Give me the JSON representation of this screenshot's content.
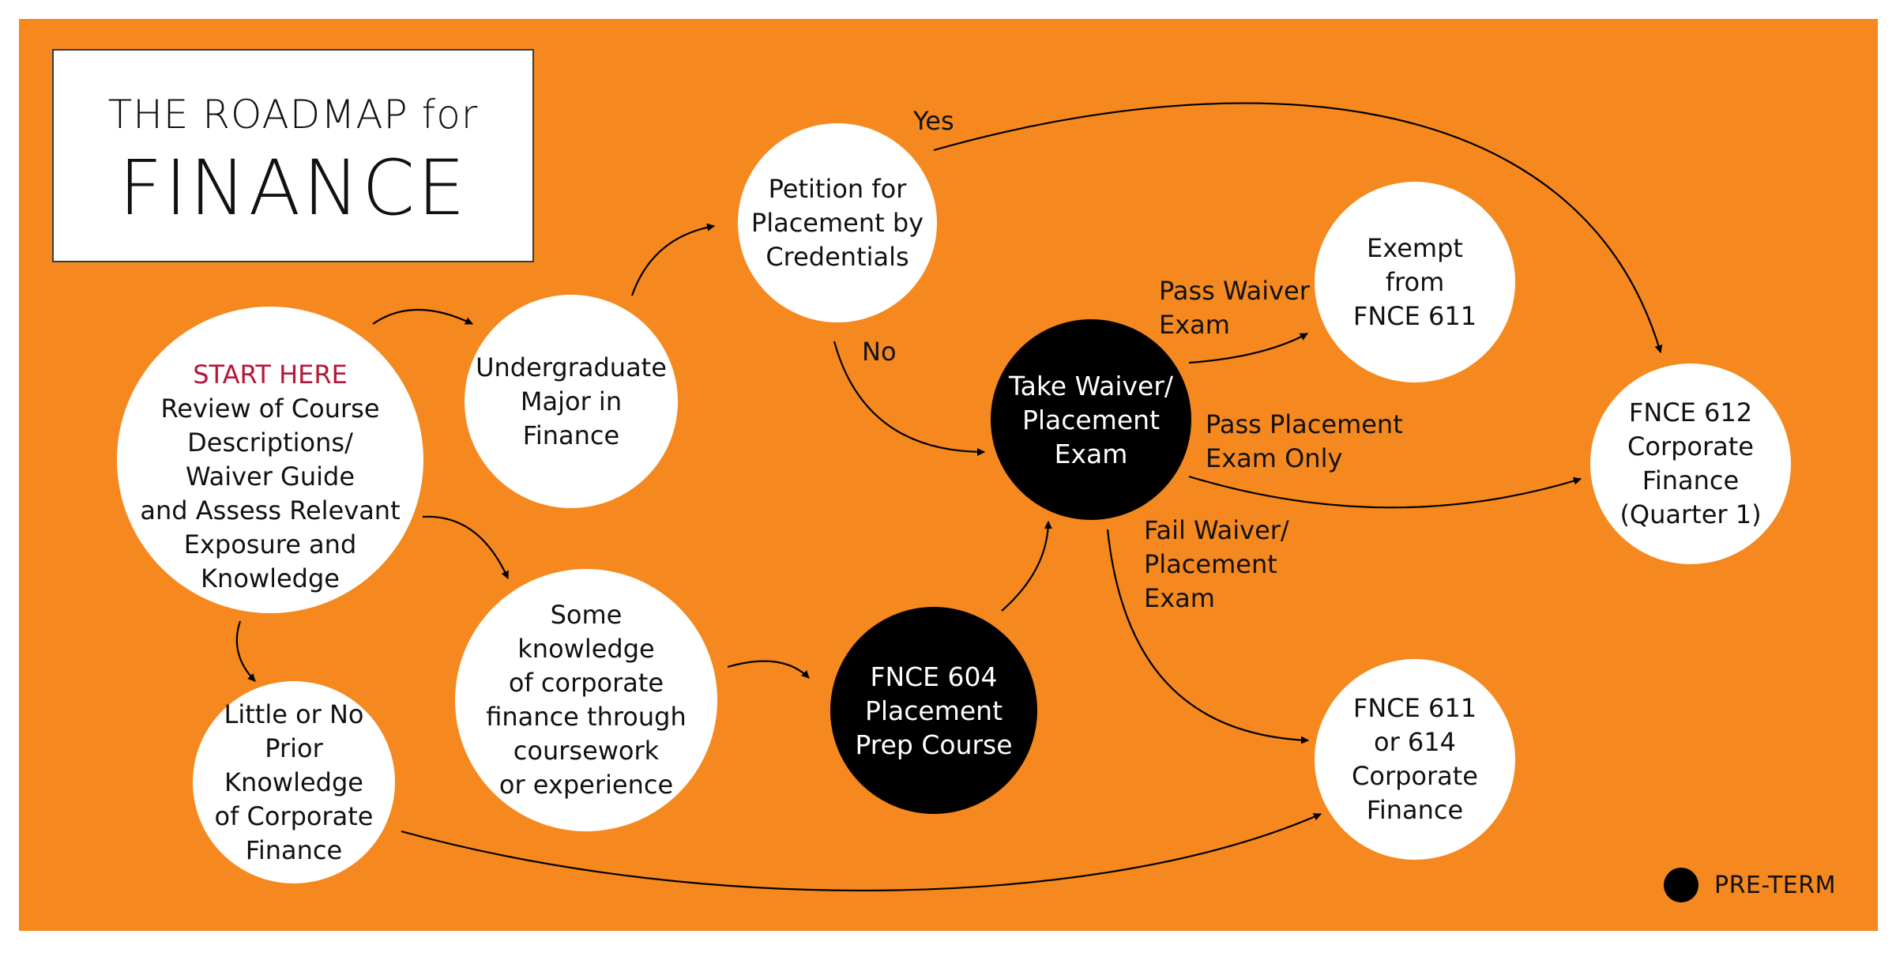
{
  "title": {
    "line1": "THE ROADMAP for",
    "line2": "FINANCE"
  },
  "colors": {
    "background": "#F5881F",
    "accent": "#B5173A",
    "pre_term": "#000000",
    "node": "#FFFFFF"
  },
  "nodes": {
    "start": {
      "tag": "START HERE",
      "text": "Review of Course\nDescriptions/\nWaiver Guide\nand Assess Relevant\nExposure and\nKnowledge"
    },
    "undergrad": {
      "text": "Undergraduate\nMajor in\nFinance"
    },
    "petition": {
      "text": "Petition for\nPlacement by\nCredentials"
    },
    "some_knowledge": {
      "text": "Some\nknowledge\nof corporate\nfinance through\ncoursework\nor experience"
    },
    "little_knowledge": {
      "text": "Little or No\nPrior Knowledge\nof Corporate\nFinance"
    },
    "fnce604": {
      "text": "FNCE 604\nPlacement\nPrep Course"
    },
    "waiver_exam": {
      "text": "Take Waiver/\nPlacement\nExam"
    },
    "exempt": {
      "text": "Exempt\nfrom\nFNCE 611"
    },
    "fnce612": {
      "text": "FNCE 612\nCorporate\nFinance\n(Quarter 1)"
    },
    "fnce611": {
      "text": "FNCE 611\nor 614\nCorporate\nFinance"
    }
  },
  "edge_labels": {
    "yes": "Yes",
    "no": "No",
    "pass_waiver": "Pass Waiver\nExam",
    "pass_placement": "Pass Placement\nExam Only",
    "fail": "Fail Waiver/\nPlacement\nExam"
  },
  "legend": {
    "label": "PRE-TERM"
  }
}
